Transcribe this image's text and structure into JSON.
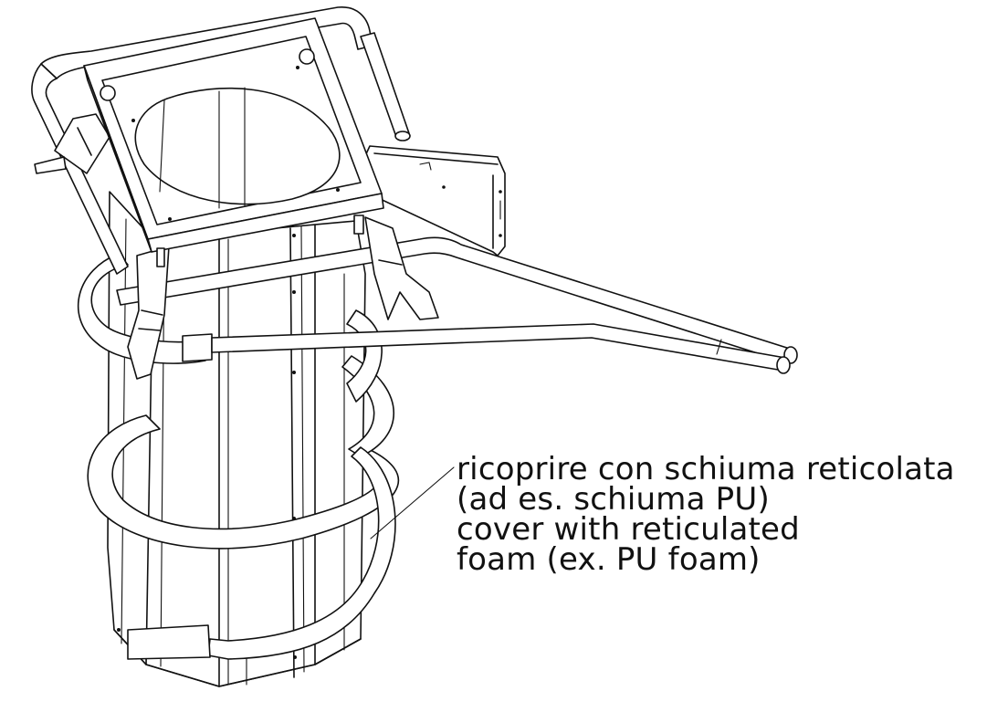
{
  "annotation": {
    "line1": "ricoprire con schiuma reticolata",
    "line2": "(ad es. schiuma PU)",
    "line3": "cover with reticulated",
    "line4": "foam (ex. PU foam)"
  },
  "colors": {
    "line": "#111111",
    "background": "#ffffff"
  }
}
